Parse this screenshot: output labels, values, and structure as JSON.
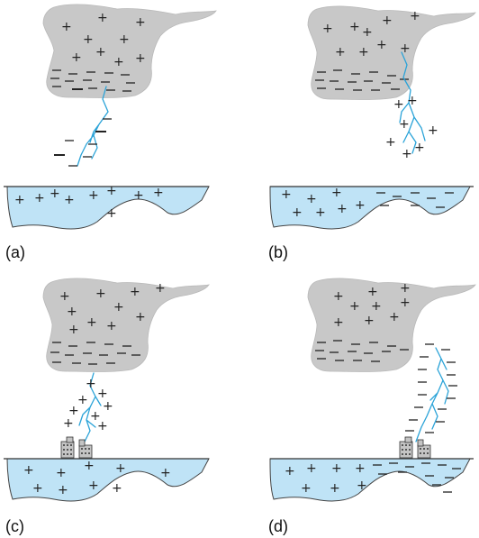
{
  "panels": [
    {
      "id": "a",
      "label": "(a)"
    },
    {
      "id": "b",
      "label": "(b)"
    },
    {
      "id": "c",
      "label": "(c)"
    },
    {
      "id": "d",
      "label": "(d)"
    }
  ],
  "symbols": {
    "positive": "+",
    "negative": "−"
  },
  "colors": {
    "cloud": "#c8c8c8",
    "water": "#bfe3f6",
    "lightning": "#2aa3d8"
  }
}
